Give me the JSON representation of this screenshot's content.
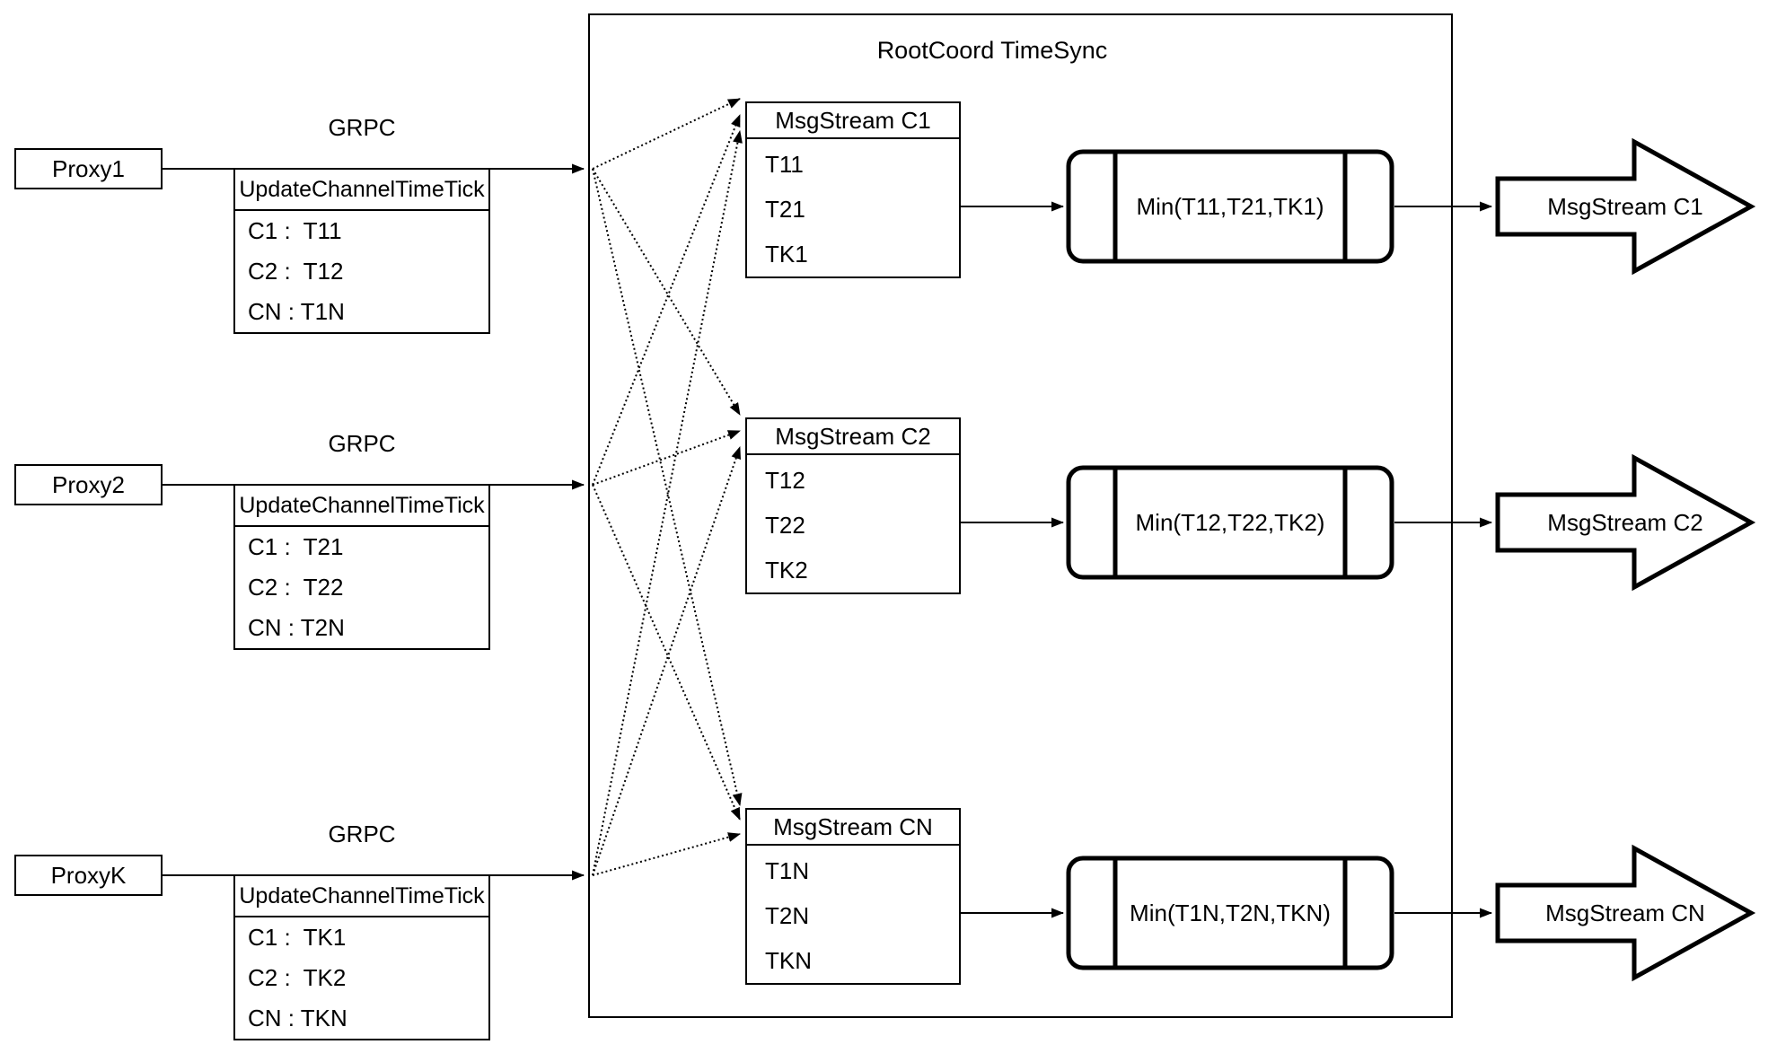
{
  "title": "RootCoord TimeSync",
  "colors": {
    "stroke": "#000000",
    "background": "#ffffff"
  },
  "rows": [
    {
      "proxy_label": "Proxy1",
      "grpc_label": "GRPC",
      "update_table": {
        "title": "UpdateChannelTimeTick",
        "entries": [
          "C1 :  T11",
          "C2 :  T12",
          "CN : T1N"
        ]
      },
      "msgstream_box": {
        "title": "MsgStream C1",
        "values": [
          "T11",
          "T21",
          "TK1"
        ]
      },
      "min_label": "Min(T11,T21,TK1)",
      "output_arrow_label": "MsgStream C1"
    },
    {
      "proxy_label": "Proxy2",
      "grpc_label": "GRPC",
      "update_table": {
        "title": "UpdateChannelTimeTick",
        "entries": [
          "C1 :  T21",
          "C2 :  T22",
          "CN : T2N"
        ]
      },
      "msgstream_box": {
        "title": "MsgStream C2",
        "values": [
          "T12",
          "T22",
          "TK2"
        ]
      },
      "min_label": "Min(T12,T22,TK2)",
      "output_arrow_label": "MsgStream C2"
    },
    {
      "proxy_label": "ProxyK",
      "grpc_label": "GRPC",
      "update_table": {
        "title": "UpdateChannelTimeTick",
        "entries": [
          "C1 :  TK1",
          "C2 :  TK2",
          "CN : TKN"
        ]
      },
      "msgstream_box": {
        "title": "MsgStream CN",
        "values": [
          "T1N",
          "T2N",
          "TKN"
        ]
      },
      "min_label": "Min(T1N,T2N,TKN)",
      "output_arrow_label": "MsgStream CN"
    }
  ]
}
